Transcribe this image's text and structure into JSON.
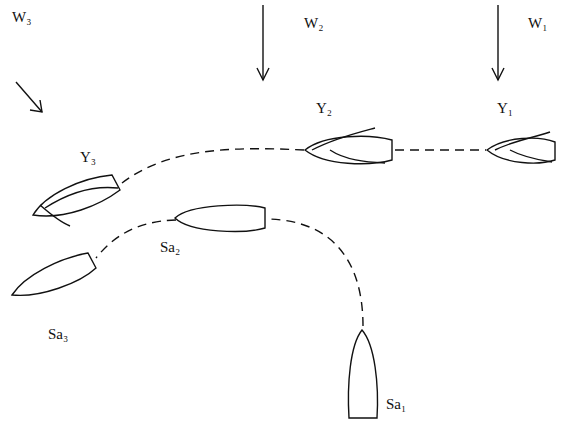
{
  "diagram": {
    "labels": [
      "W₃",
      "W₂",
      "W₁",
      "Y₃",
      "Y₂",
      "Y₁",
      "Sa₂",
      "Sa₃",
      "Sa₁"
    ]
  }
}
